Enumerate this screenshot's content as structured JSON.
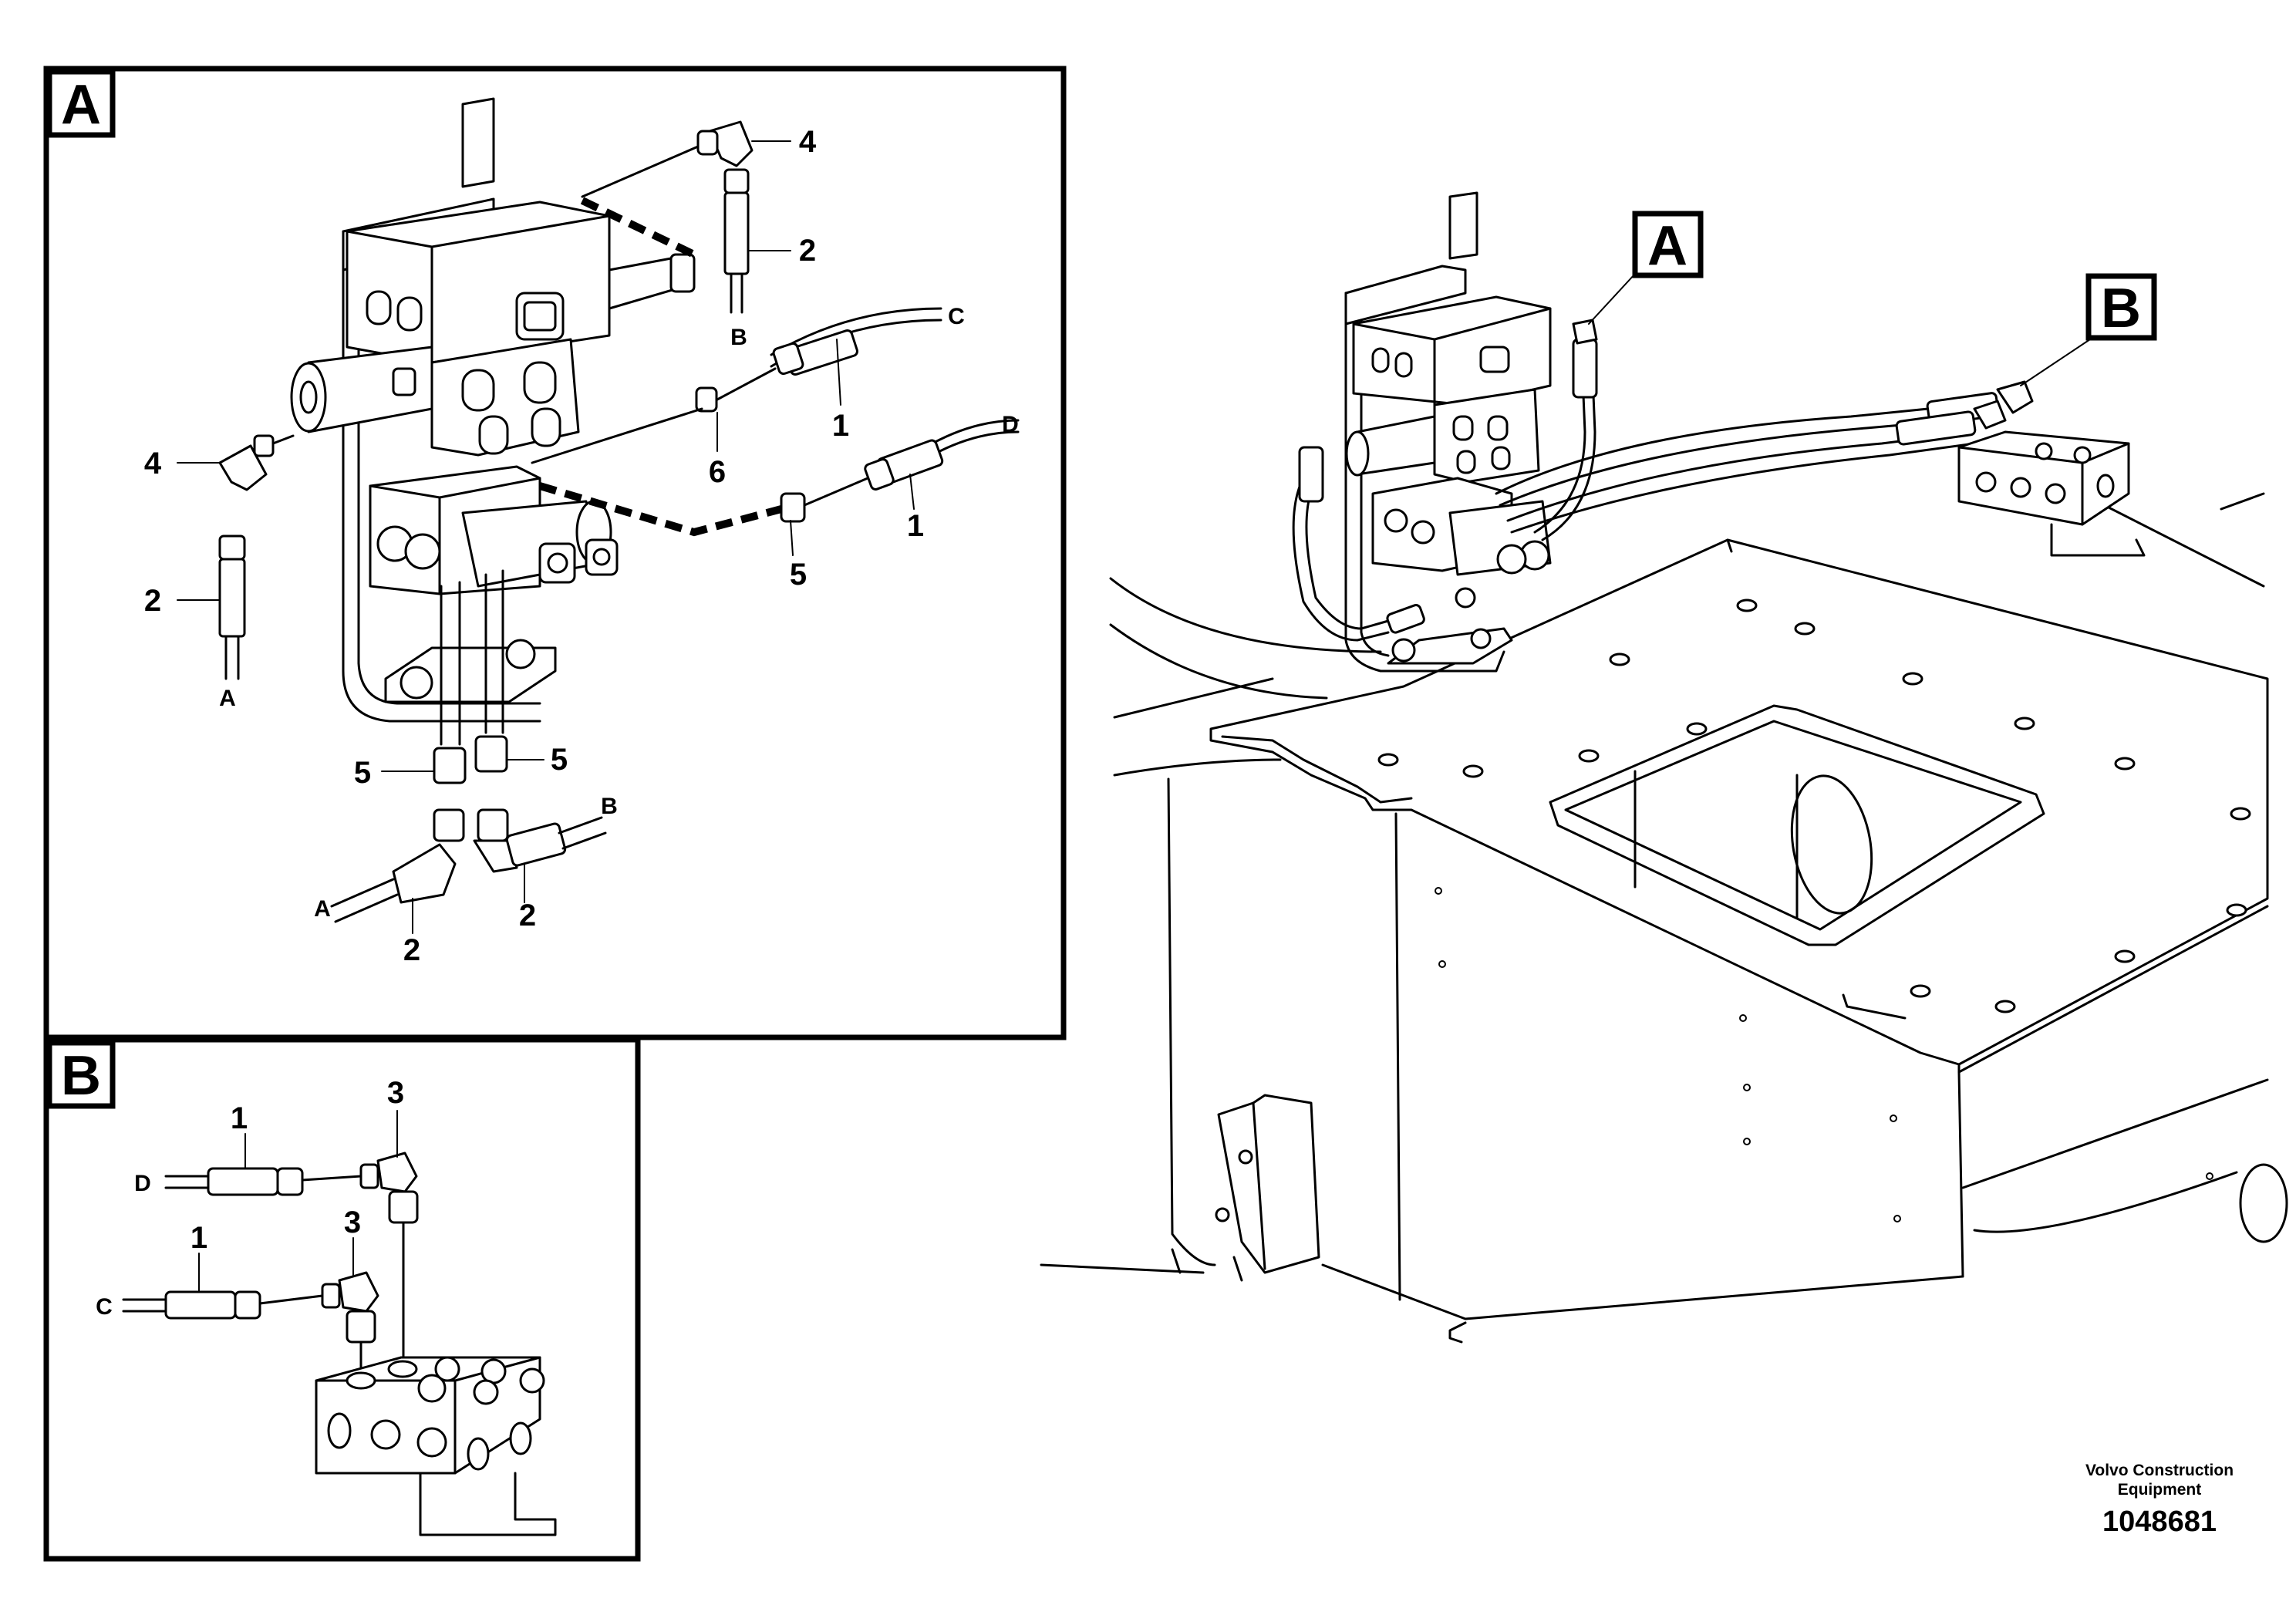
{
  "detail_a": {
    "tag": "A",
    "callouts": [
      "4",
      "2",
      "1",
      "6",
      "1",
      "5",
      "4",
      "2",
      "5",
      "5",
      "2",
      "2"
    ],
    "hose_ends": [
      "B",
      "C",
      "D",
      "A",
      "B",
      "A"
    ]
  },
  "detail_b": {
    "tag": "B",
    "callouts": [
      "1",
      "3",
      "1",
      "3"
    ],
    "hose_ends": [
      "D",
      "C"
    ]
  },
  "overview": {
    "tag_a": "A",
    "tag_b": "B"
  },
  "footer": {
    "company_line1": "Volvo Construction",
    "company_line2": "Equipment",
    "drawing_number": "1048681"
  }
}
